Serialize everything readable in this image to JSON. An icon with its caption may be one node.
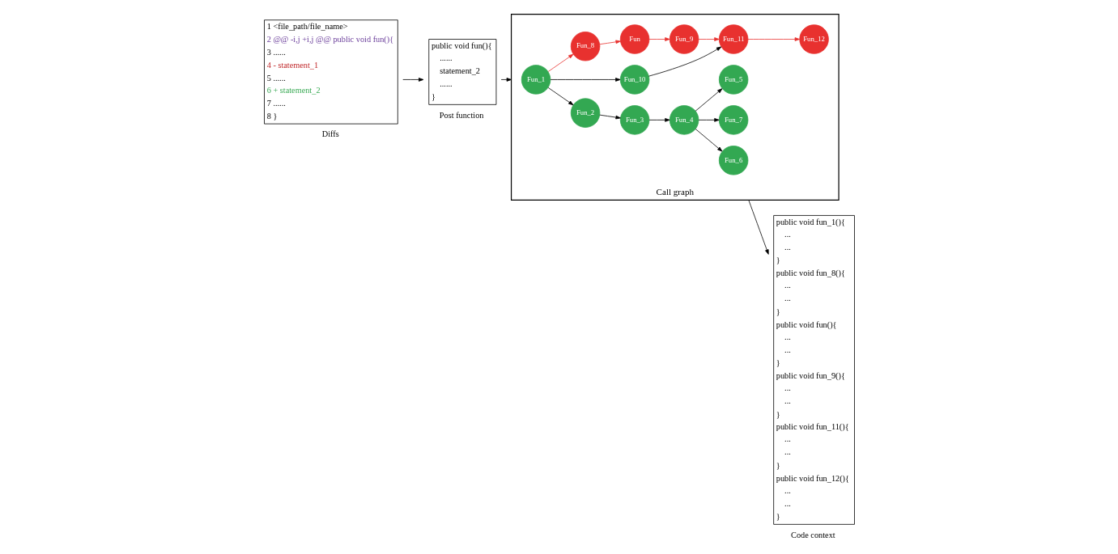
{
  "diagram": {
    "nodes": [
      {
        "text": [
          "1 <file_path/file_name>",
          "2 @@ -i,j +i,j @@ public void fun(){",
          "3 ......",
          "4 - statement_1",
          "5 ......",
          "6 + statement_2",
          "7 ......",
          "8 }"
        ],
        "beside": [
          "Diffs"
        ]
      },
      {
        "text": [
          "public void fun(){",
          "......",
          "statement_2",
          "......",
          "}"
        ],
        "beside": [
          "Post function"
        ]
      },
      {
        "text": [],
        "shape": "box",
        "beside": [
          "Call graph"
        ]
      },
      {
        "text": [
          "Fun_10"
        ],
        "in": 2
      },
      {
        "text": [
          "Fun_11"
        ],
        "in": 2
      },
      {
        "text": [
          "Fun_12"
        ],
        "in": 2
      },
      {
        "text": [
          "Fun_1"
        ],
        "in": 2
      },
      {
        "text": [
          "Fun_8"
        ],
        "in": 2
      },
      {
        "text": [
          "Fun"
        ],
        "in": 2
      },
      {
        "text": [
          "Fun_9"
        ],
        "in": 2
      },
      {
        "text": [
          "Fun_5"
        ],
        "in": 2
      },
      {
        "text": [
          "Fun_2"
        ],
        "in": 2
      },
      {
        "text": [
          "Fun_3"
        ],
        "in": 2
      },
      {
        "text": [
          "Fun_4"
        ],
        "in": 2
      },
      {
        "text": [
          "Fun_6"
        ],
        "in": 2
      },
      {
        "text": [
          "Fun_7"
        ],
        "in": 2
      },
      {
        "text": [
          "public void fun_1(){",
          "...",
          "...",
          "}",
          "public void fun_8(){",
          "...",
          "...",
          "}",
          "public void fun(){",
          "...",
          "...",
          "}",
          "public void fun_9(){",
          "...",
          "...",
          "}",
          "public void fun_11(){",
          "...",
          "...",
          "}",
          "public void fun_12(){",
          "...",
          "...",
          "}"
        ],
        "beside": [
          "Code context"
        ]
      }
    ],
    "edges": [
      {
        "from": 0,
        "to": 1,
        "arrow": "to"
      },
      {
        "from": 1,
        "to": 2,
        "arrow": "to"
      },
      {
        "from": 2,
        "to": 16,
        "arrow": "to"
      },
      {
        "from": 6,
        "to": 3,
        "arrow": "to"
      },
      {
        "from": 3,
        "to": 4,
        "arrow": "to"
      },
      {
        "from": 4,
        "to": 5,
        "arrow": "to",
        "color": "#e8312f"
      },
      {
        "from": 6,
        "to": 7,
        "arrow": "to",
        "color": "#e8312f"
      },
      {
        "from": 7,
        "to": 8,
        "arrow": "to",
        "color": "#e8312f"
      },
      {
        "from": 8,
        "to": 9,
        "arrow": "to",
        "color": "#e8312f"
      },
      {
        "from": 9,
        "to": 4,
        "arrow": "to",
        "color": "#e8312f"
      },
      {
        "from": 6,
        "to": 11,
        "arrow": "to"
      },
      {
        "from": 11,
        "to": 12,
        "arrow": "to"
      },
      {
        "from": 12,
        "to": 13,
        "arrow": "to"
      },
      {
        "from": 13,
        "to": 10,
        "arrow": "to"
      },
      {
        "from": 13,
        "to": 14,
        "arrow": "to"
      },
      {
        "from": 13,
        "to": 15,
        "arrow": "to"
      }
    ]
  }
}
